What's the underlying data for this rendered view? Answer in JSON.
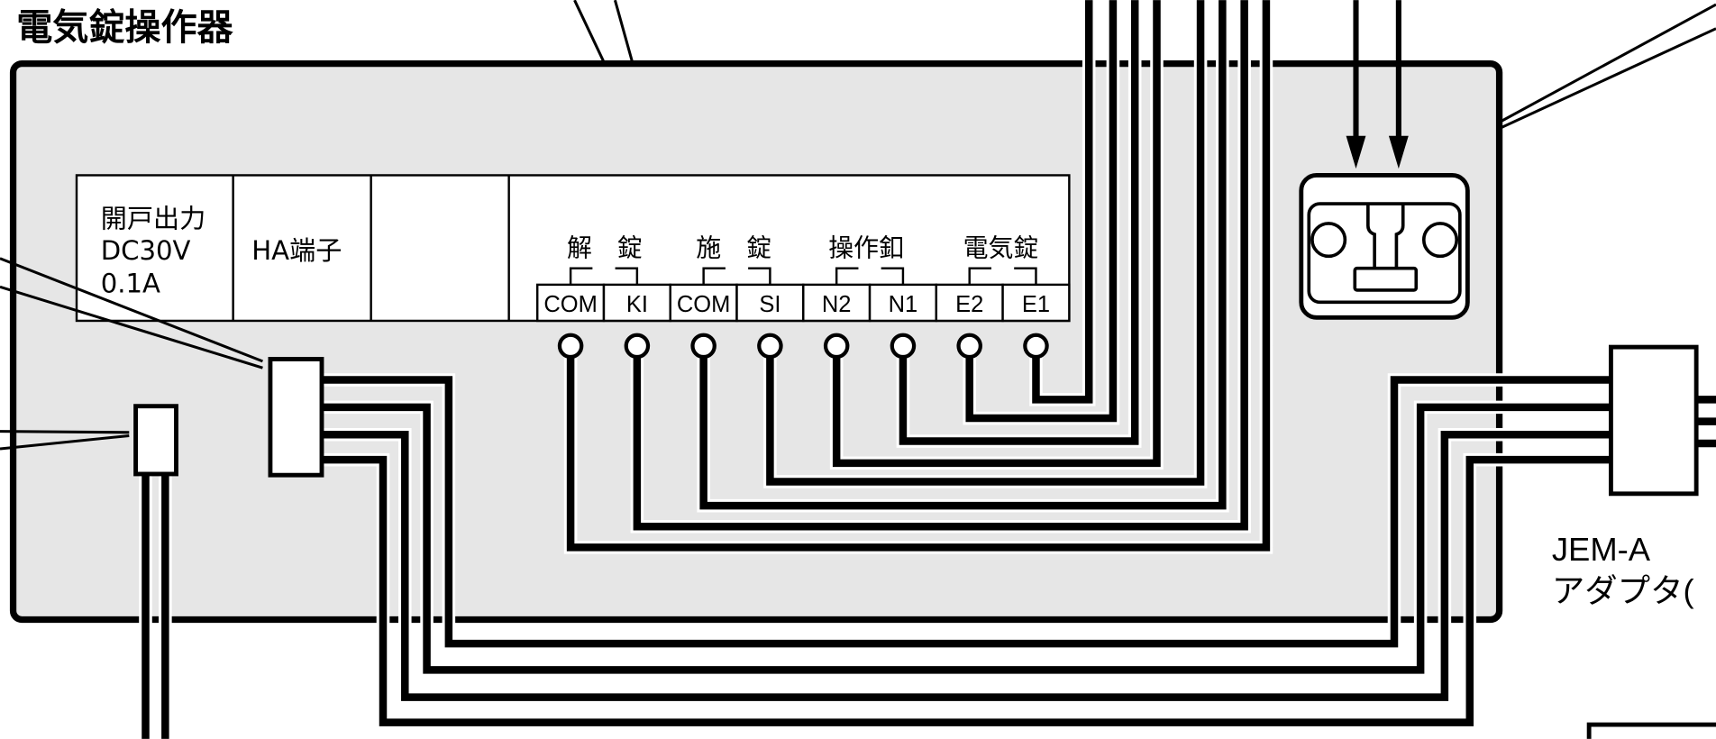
{
  "title": "電気錠操作器",
  "panel": {
    "cell1": [
      "開戸出力",
      "DC30V",
      "0.1A"
    ],
    "cell2": "HA端子"
  },
  "groups": [
    {
      "label": "解　錠"
    },
    {
      "label": "施　錠"
    },
    {
      "label": "操作釦"
    },
    {
      "label": "電気錠"
    }
  ],
  "terminals": [
    "COM",
    "KI",
    "COM",
    "SI",
    "N2",
    "N1",
    "E2",
    "E1"
  ],
  "adapter": {
    "line1": "JEM-A",
    "line2": "アダプタ("
  },
  "colors": {
    "panel_fill": "#e6e6e6",
    "line": "#000000"
  }
}
